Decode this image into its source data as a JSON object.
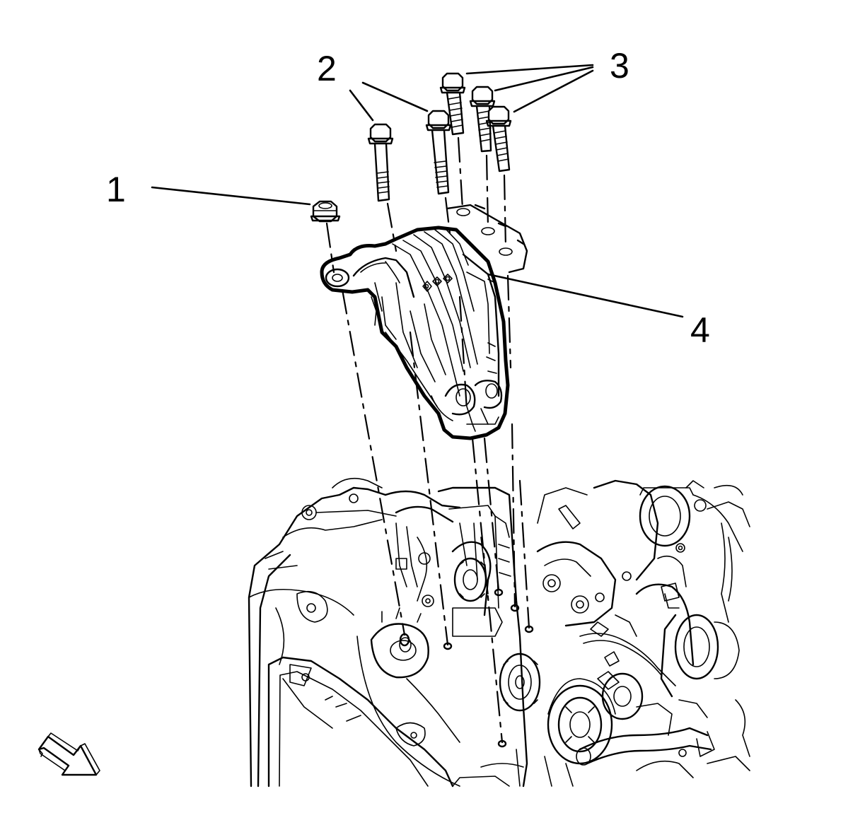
{
  "callouts": [
    {
      "id": "1",
      "label": "1"
    },
    {
      "id": "2",
      "label": "2"
    },
    {
      "id": "3",
      "label": "3"
    },
    {
      "id": "4",
      "label": "4"
    }
  ],
  "icons": {
    "view_arrow": "view-direction-arrow-icon"
  },
  "colors": {
    "line": "#000000",
    "background": "#ffffff"
  }
}
